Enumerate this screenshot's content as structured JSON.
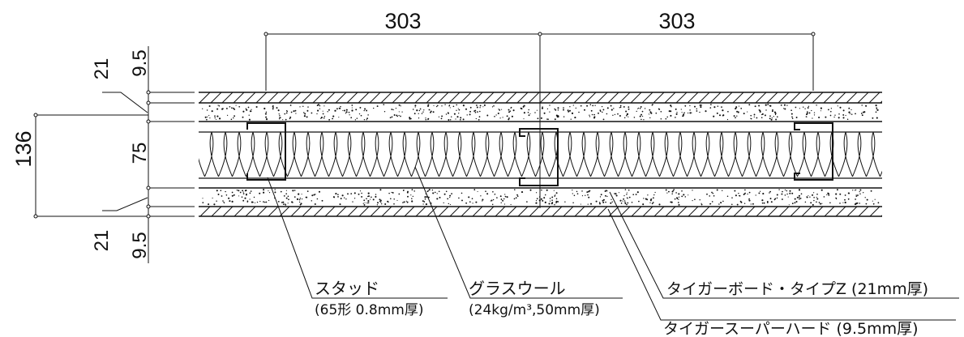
{
  "dimensions": {
    "stud_spacing_left": "303",
    "stud_spacing_right": "303",
    "total_thickness": "136",
    "cavity_thickness": "75",
    "outer_board_top": "21",
    "inner_board_top": "9.5",
    "outer_board_bottom": "21",
    "inner_board_bottom": "9.5"
  },
  "callouts": {
    "stud": {
      "name": "スタッド",
      "spec": "(65形 0.8mm厚)"
    },
    "glass_wool": {
      "name": "グラスウール",
      "spec": "(24kg/m³,50mm厚)"
    },
    "tiger_board_z": {
      "text": "タイガーボード・タイプZ (21mm厚)"
    },
    "tiger_super_hard": {
      "text": "タイガースーパーハード (9.5mm厚)"
    }
  }
}
